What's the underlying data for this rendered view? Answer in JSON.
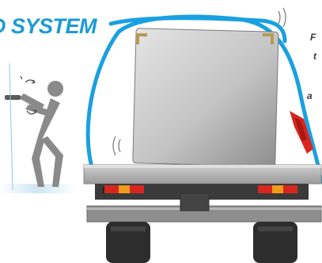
{
  "headline": {
    "text": "D SYSTEM",
    "color": "#1a9ad6"
  },
  "side_text": [
    "F",
    "t",
    "a"
  ],
  "colors": {
    "strap": "#1aa0e0",
    "figure": "#8a8a8a",
    "truck_grey": "#9a9a9a",
    "truck_dark": "#2d2d2d",
    "light_red": "#d8261e",
    "light_orange": "#f09a1c"
  }
}
